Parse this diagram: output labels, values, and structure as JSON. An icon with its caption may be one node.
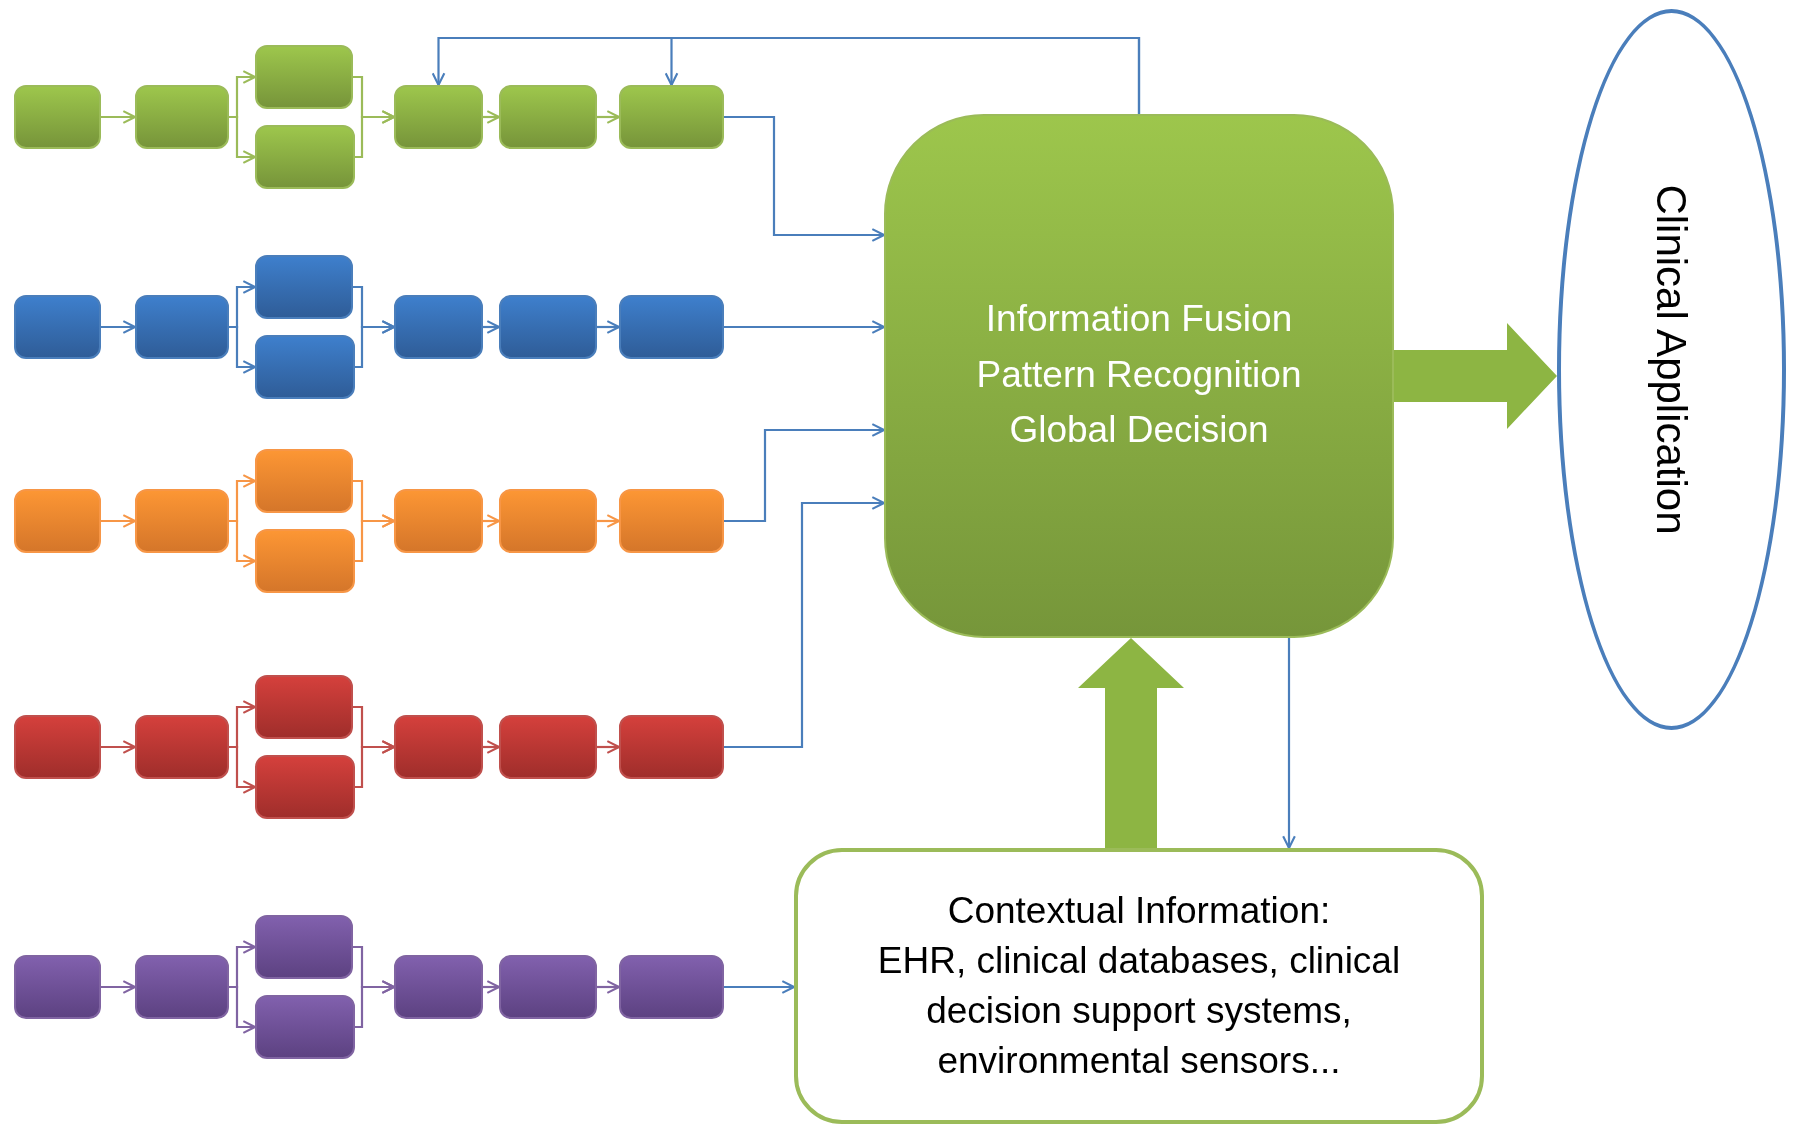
{
  "diagram": {
    "nodes": [
      {
        "text": [],
        "shape": "box"
      },
      {
        "text": [],
        "shape": "box"
      },
      {
        "text": [],
        "shape": "box"
      },
      {
        "text": [],
        "shape": "box"
      },
      {
        "text": [],
        "shape": "box"
      },
      {
        "text": [],
        "shape": "box"
      },
      {
        "text": [],
        "shape": "box"
      },
      {
        "text": [],
        "shape": "box"
      },
      {
        "text": [],
        "shape": "box"
      },
      {
        "text": [],
        "shape": "box"
      },
      {
        "text": [],
        "shape": "box"
      },
      {
        "text": [],
        "shape": "box"
      },
      {
        "text": [],
        "shape": "box"
      },
      {
        "text": [],
        "shape": "box"
      },
      {
        "text": [],
        "shape": "box"
      },
      {
        "text": [],
        "shape": "box"
      },
      {
        "text": [],
        "shape": "box"
      },
      {
        "text": [],
        "shape": "box"
      },
      {
        "text": [],
        "shape": "box"
      },
      {
        "text": [],
        "shape": "box"
      },
      {
        "text": [],
        "shape": "box"
      },
      {
        "text": [],
        "shape": "box"
      },
      {
        "text": [],
        "shape": "box"
      },
      {
        "text": [],
        "shape": "box"
      },
      {
        "text": [],
        "shape": "box"
      },
      {
        "text": [],
        "shape": "box"
      },
      {
        "text": [],
        "shape": "box"
      },
      {
        "text": [],
        "shape": "box"
      },
      {
        "text": [],
        "shape": "box"
      },
      {
        "text": [],
        "shape": "box"
      },
      {
        "text": [],
        "shape": "box"
      },
      {
        "text": [],
        "shape": "box"
      },
      {
        "text": [],
        "shape": "box"
      },
      {
        "text": [],
        "shape": "box"
      },
      {
        "text": [],
        "shape": "box"
      },
      {
        "text": [
          "Information Fusion",
          "Pattern Recognition",
          "Global Decision"
        ]
      },
      {
        "text": [
          "Clinical Application"
        ]
      },
      {
        "text": [
          "Contextual Information:",
          "EHR, clinical databases, clinical decision support systems, environmental sensors..."
        ]
      }
    ],
    "edges": [
      {
        "from": 0,
        "to": 1,
        "arrow": "to",
        "color": "#9bbb59"
      },
      {
        "from": 1,
        "to": 2,
        "arrow": "to",
        "color": "#9bbb59"
      },
      {
        "from": 1,
        "to": 3,
        "arrow": "to",
        "color": "#9bbb59"
      },
      {
        "from": 2,
        "to": 4,
        "arrow": "to",
        "color": "#9bbb59"
      },
      {
        "from": 3,
        "to": 4,
        "arrow": "to",
        "color": "#9bbb59"
      },
      {
        "from": 4,
        "to": 5,
        "arrow": "to",
        "color": "#9bbb59"
      },
      {
        "from": 5,
        "to": 6,
        "arrow": "to",
        "color": "#9bbb59"
      },
      {
        "from": 7,
        "to": 8,
        "arrow": "to"
      },
      {
        "from": 8,
        "to": 9,
        "arrow": "to"
      },
      {
        "from": 8,
        "to": 10,
        "arrow": "to"
      },
      {
        "from": 9,
        "to": 11,
        "arrow": "to"
      },
      {
        "from": 10,
        "to": 11,
        "arrow": "to"
      },
      {
        "from": 11,
        "to": 12,
        "arrow": "to"
      },
      {
        "from": 12,
        "to": 13,
        "arrow": "to"
      },
      {
        "from": 14,
        "to": 15,
        "arrow": "to",
        "color": "#f79646"
      },
      {
        "from": 15,
        "to": 16,
        "arrow": "to",
        "color": "#f79646"
      },
      {
        "from": 15,
        "to": 17,
        "arrow": "to",
        "color": "#f79646"
      },
      {
        "from": 16,
        "to": 18,
        "arrow": "to",
        "color": "#f79646"
      },
      {
        "from": 17,
        "to": 18,
        "arrow": "to",
        "color": "#f79646"
      },
      {
        "from": 18,
        "to": 19,
        "arrow": "to",
        "color": "#f79646"
      },
      {
        "from": 19,
        "to": 20,
        "arrow": "to",
        "color": "#f79646"
      },
      {
        "from": 21,
        "to": 22,
        "arrow": "to",
        "color": "#c0504d"
      },
      {
        "from": 22,
        "to": 23,
        "arrow": "to",
        "color": "#c0504d"
      },
      {
        "from": 22,
        "to": 24,
        "arrow": "to",
        "color": "#c0504d"
      },
      {
        "from": 23,
        "to": 25,
        "arrow": "to",
        "color": "#c0504d"
      },
      {
        "from": 24,
        "to": 25,
        "arrow": "to",
        "color": "#c0504d"
      },
      {
        "from": 25,
        "to": 26,
        "arrow": "to",
        "color": "#c0504d"
      },
      {
        "from": 26,
        "to": 27,
        "arrow": "to",
        "color": "#c0504d"
      },
      {
        "from": 28,
        "to": 29,
        "arrow": "to",
        "color": "#8064a2"
      },
      {
        "from": 29,
        "to": 30,
        "arrow": "to",
        "color": "#8064a2"
      },
      {
        "from": 29,
        "to": 31,
        "arrow": "to",
        "color": "#8064a2"
      },
      {
        "from": 30,
        "to": 32,
        "arrow": "to",
        "color": "#8064a2"
      },
      {
        "from": 31,
        "to": 32,
        "arrow": "to",
        "color": "#8064a2"
      },
      {
        "from": 32,
        "to": 33,
        "arrow": "to",
        "color": "#8064a2"
      },
      {
        "from": 33,
        "to": 34,
        "arrow": "to",
        "color": "#8064a2"
      },
      {
        "from": 6,
        "to": 35,
        "arrow": "to"
      },
      {
        "from": 13,
        "to": 35,
        "arrow": "to"
      },
      {
        "from": 20,
        "to": 35,
        "arrow": "to"
      },
      {
        "from": 27,
        "to": 35,
        "arrow": "to"
      },
      {
        "from": 34,
        "to": 37,
        "arrow": "to"
      },
      {
        "from": 35,
        "to": 4,
        "arrow": "to"
      },
      {
        "from": 35,
        "to": 6,
        "arrow": "to"
      },
      {
        "from": 35,
        "to": 37,
        "arrow": "to"
      },
      {
        "from": 37,
        "to": 35,
        "arrow": "to",
        "style": "thick",
        "color": "#8db543"
      },
      {
        "from": 35,
        "to": 36,
        "arrow": "to",
        "style": "thick",
        "color": "#8db543"
      }
    ]
  }
}
